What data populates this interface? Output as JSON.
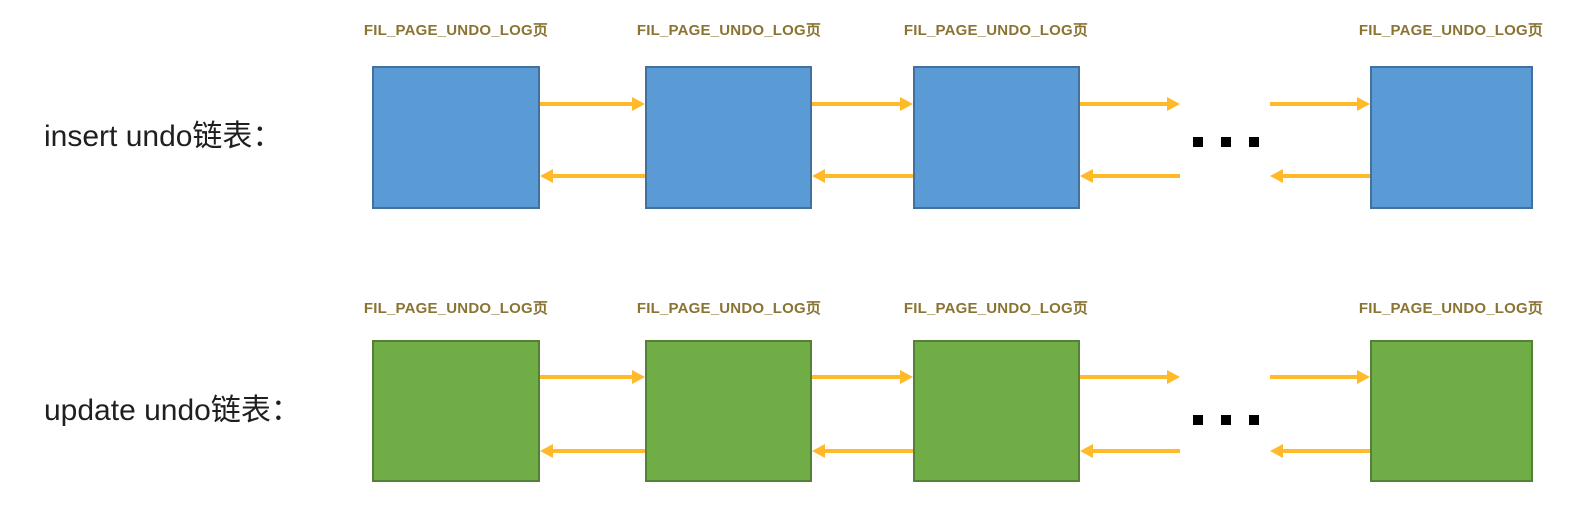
{
  "rows": [
    {
      "name": "insert",
      "label": "insert undo链表："
    },
    {
      "name": "update",
      "label": "update undo链表："
    }
  ],
  "box_label": "FIL_PAGE_UNDO_LOG页",
  "ellipsis_icon": "three-black-squares",
  "colors": {
    "background": "#FFFFFF",
    "arrow": "#FFB929",
    "box-label-text": "#8A7434",
    "row-label-text": "#1F1F1F",
    "ellipsis-dot": "#000000",
    "insert-box-fill": "#5B9BD5",
    "insert-box-border": "#41719C",
    "update-box-fill": "#70AD47",
    "update-box-border": "#538135"
  }
}
